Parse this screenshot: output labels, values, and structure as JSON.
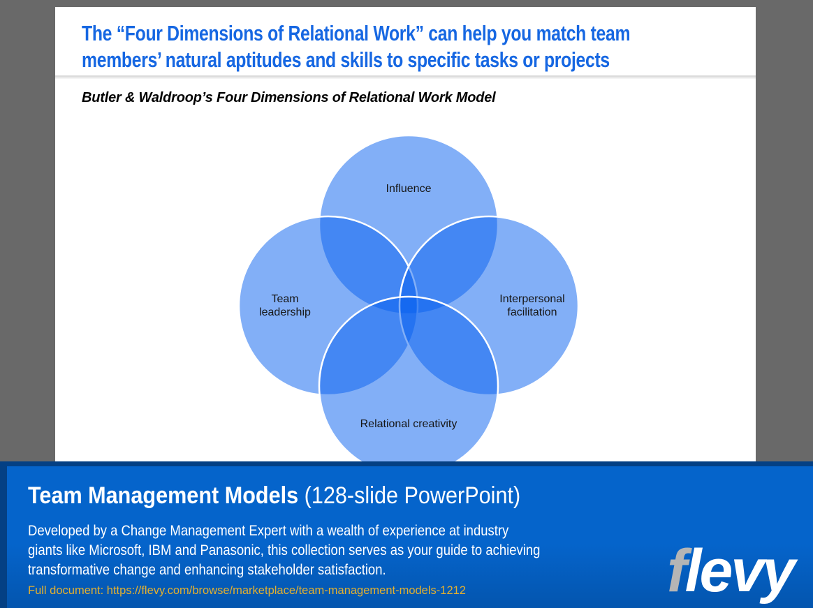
{
  "colors": {
    "page_bg": "#696969",
    "slide_bg": "#ffffff",
    "title_blue": "#1667e2",
    "divider_gray": "#dcdcdc",
    "venn_fill": "#0560f0",
    "venn_stroke": "#ffffff",
    "venn_label": "#161616",
    "banner_navy": "#044084",
    "banner_blue": "#0564cb",
    "banner_blue_dark": "#0455ae",
    "banner_text": "#ffffff",
    "link_gold": "#e3b02f",
    "logo_gray": "#b5b5b5"
  },
  "slide": {
    "title_lines": [
      "The “Four Dimensions of Relational Work” can help you match team",
      "members’ natural aptitudes and skills to specific tasks or projects"
    ],
    "subtitle": "Butler & Waldroop’s Four Dimensions of Relational Work Model"
  },
  "diagram": {
    "type": "venn-4-circles",
    "labels": {
      "influence": "Influence",
      "team_1": "Team",
      "team_2": "leadership",
      "inter_1": "Interpersonal",
      "inter_2": "facilitation",
      "relational": "Relational creativity"
    }
  },
  "banner": {
    "title_bold": "Team Management Models",
    "title_suffix": "(128-slide PowerPoint)",
    "description_lines": [
      "Developed by a Change Management Expert with a wealth of experience at industry",
      "giants like Microsoft, IBM and Panasonic, this collection serves as your guide to achieving",
      "transformative change and enhancing stakeholder satisfaction."
    ],
    "link": "Full document: https://flevy.com/browse/marketplace/team-management-models-1212",
    "logo_f": "f",
    "logo_levy": "levy"
  }
}
